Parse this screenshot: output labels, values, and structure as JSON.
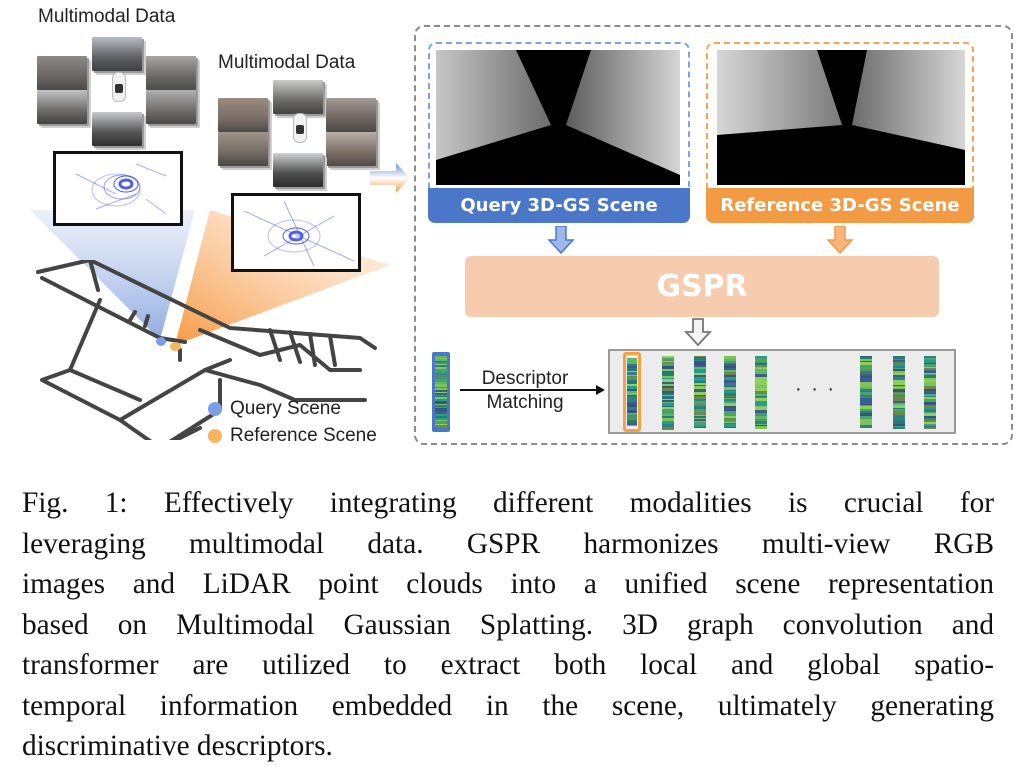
{
  "figure": {
    "left_panel": {
      "data_block_1": {
        "title": "Multimodal Data"
      },
      "data_block_2": {
        "title": "Multimodal Data"
      },
      "legend": [
        {
          "label": "Query Scene",
          "color": "#7b9ee6"
        },
        {
          "label": "Reference Scene",
          "color": "#f7a94e"
        }
      ]
    },
    "right_panel": {
      "query_scene": {
        "label": "Query 3D-GS Scene",
        "color": "#4a77c8",
        "dash_color": "#7da2e8"
      },
      "reference_scene": {
        "label": "Reference 3D-GS Scene",
        "color": "#f39a45",
        "dash_color": "#f5a552"
      },
      "model": {
        "label": "GSPR",
        "color": "#f6cbae"
      },
      "matching": {
        "label_line1": "Descriptor",
        "label_line2": "Matching"
      },
      "database": {
        "ellipsis": "· · ·",
        "highlight_color": "#f7a042"
      }
    },
    "caption": {
      "lines": [
        "Fig. 1: Effectively integrating different modalities is crucial for",
        "leveraging multimodal data. GSPR harmonizes multi-view RGB",
        "images and LiDAR point clouds into a unified scene representation",
        "based on Multimodal Gaussian Splatting. 3D graph convolution and",
        "transformer are utilized to extract both local and global spatio-",
        "temporal information embedded in the scene, ultimately generating",
        "discriminative descriptors."
      ]
    }
  }
}
